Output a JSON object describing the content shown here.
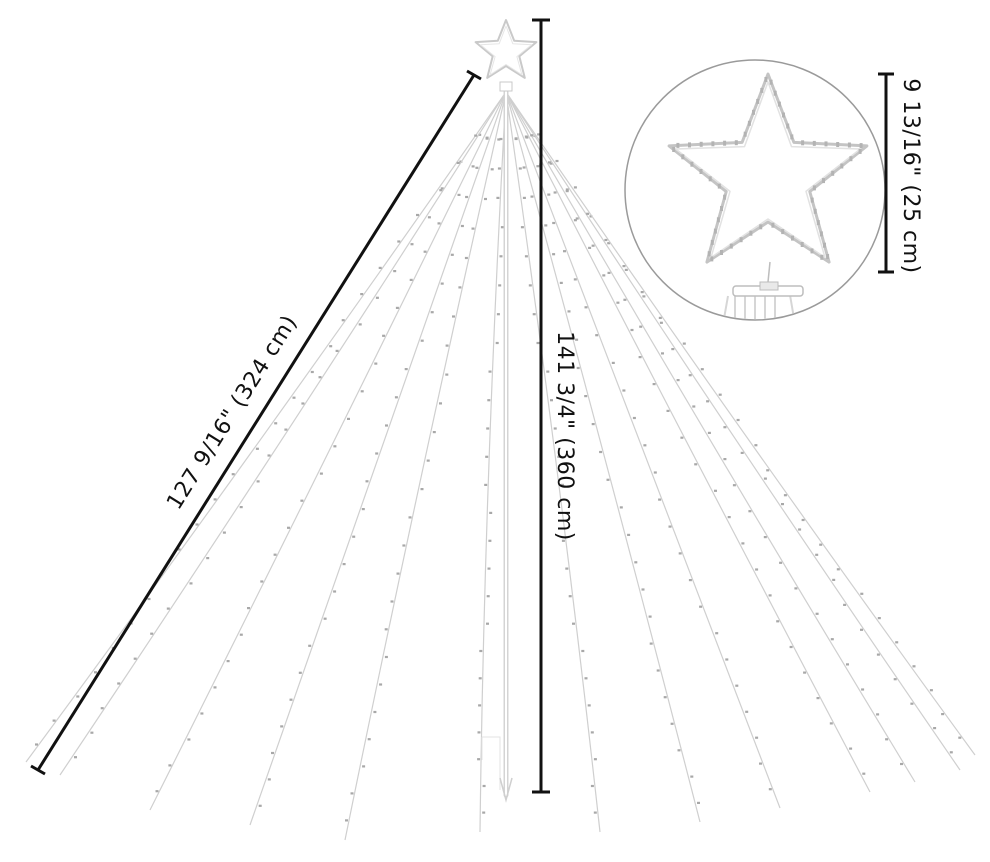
{
  "dimensions": {
    "slant_length": "127 9/16\" (324 cm)",
    "total_height": "141 3/4\" (360 cm)",
    "star_height": "9 13/16\" (25 cm)"
  },
  "colors": {
    "dimension_line": "#111111",
    "light_strand": "#cfcfcf",
    "bulb": "#a8a8a8",
    "detail_circle": "#9a9a9a"
  },
  "icons": [
    "star-icon"
  ]
}
